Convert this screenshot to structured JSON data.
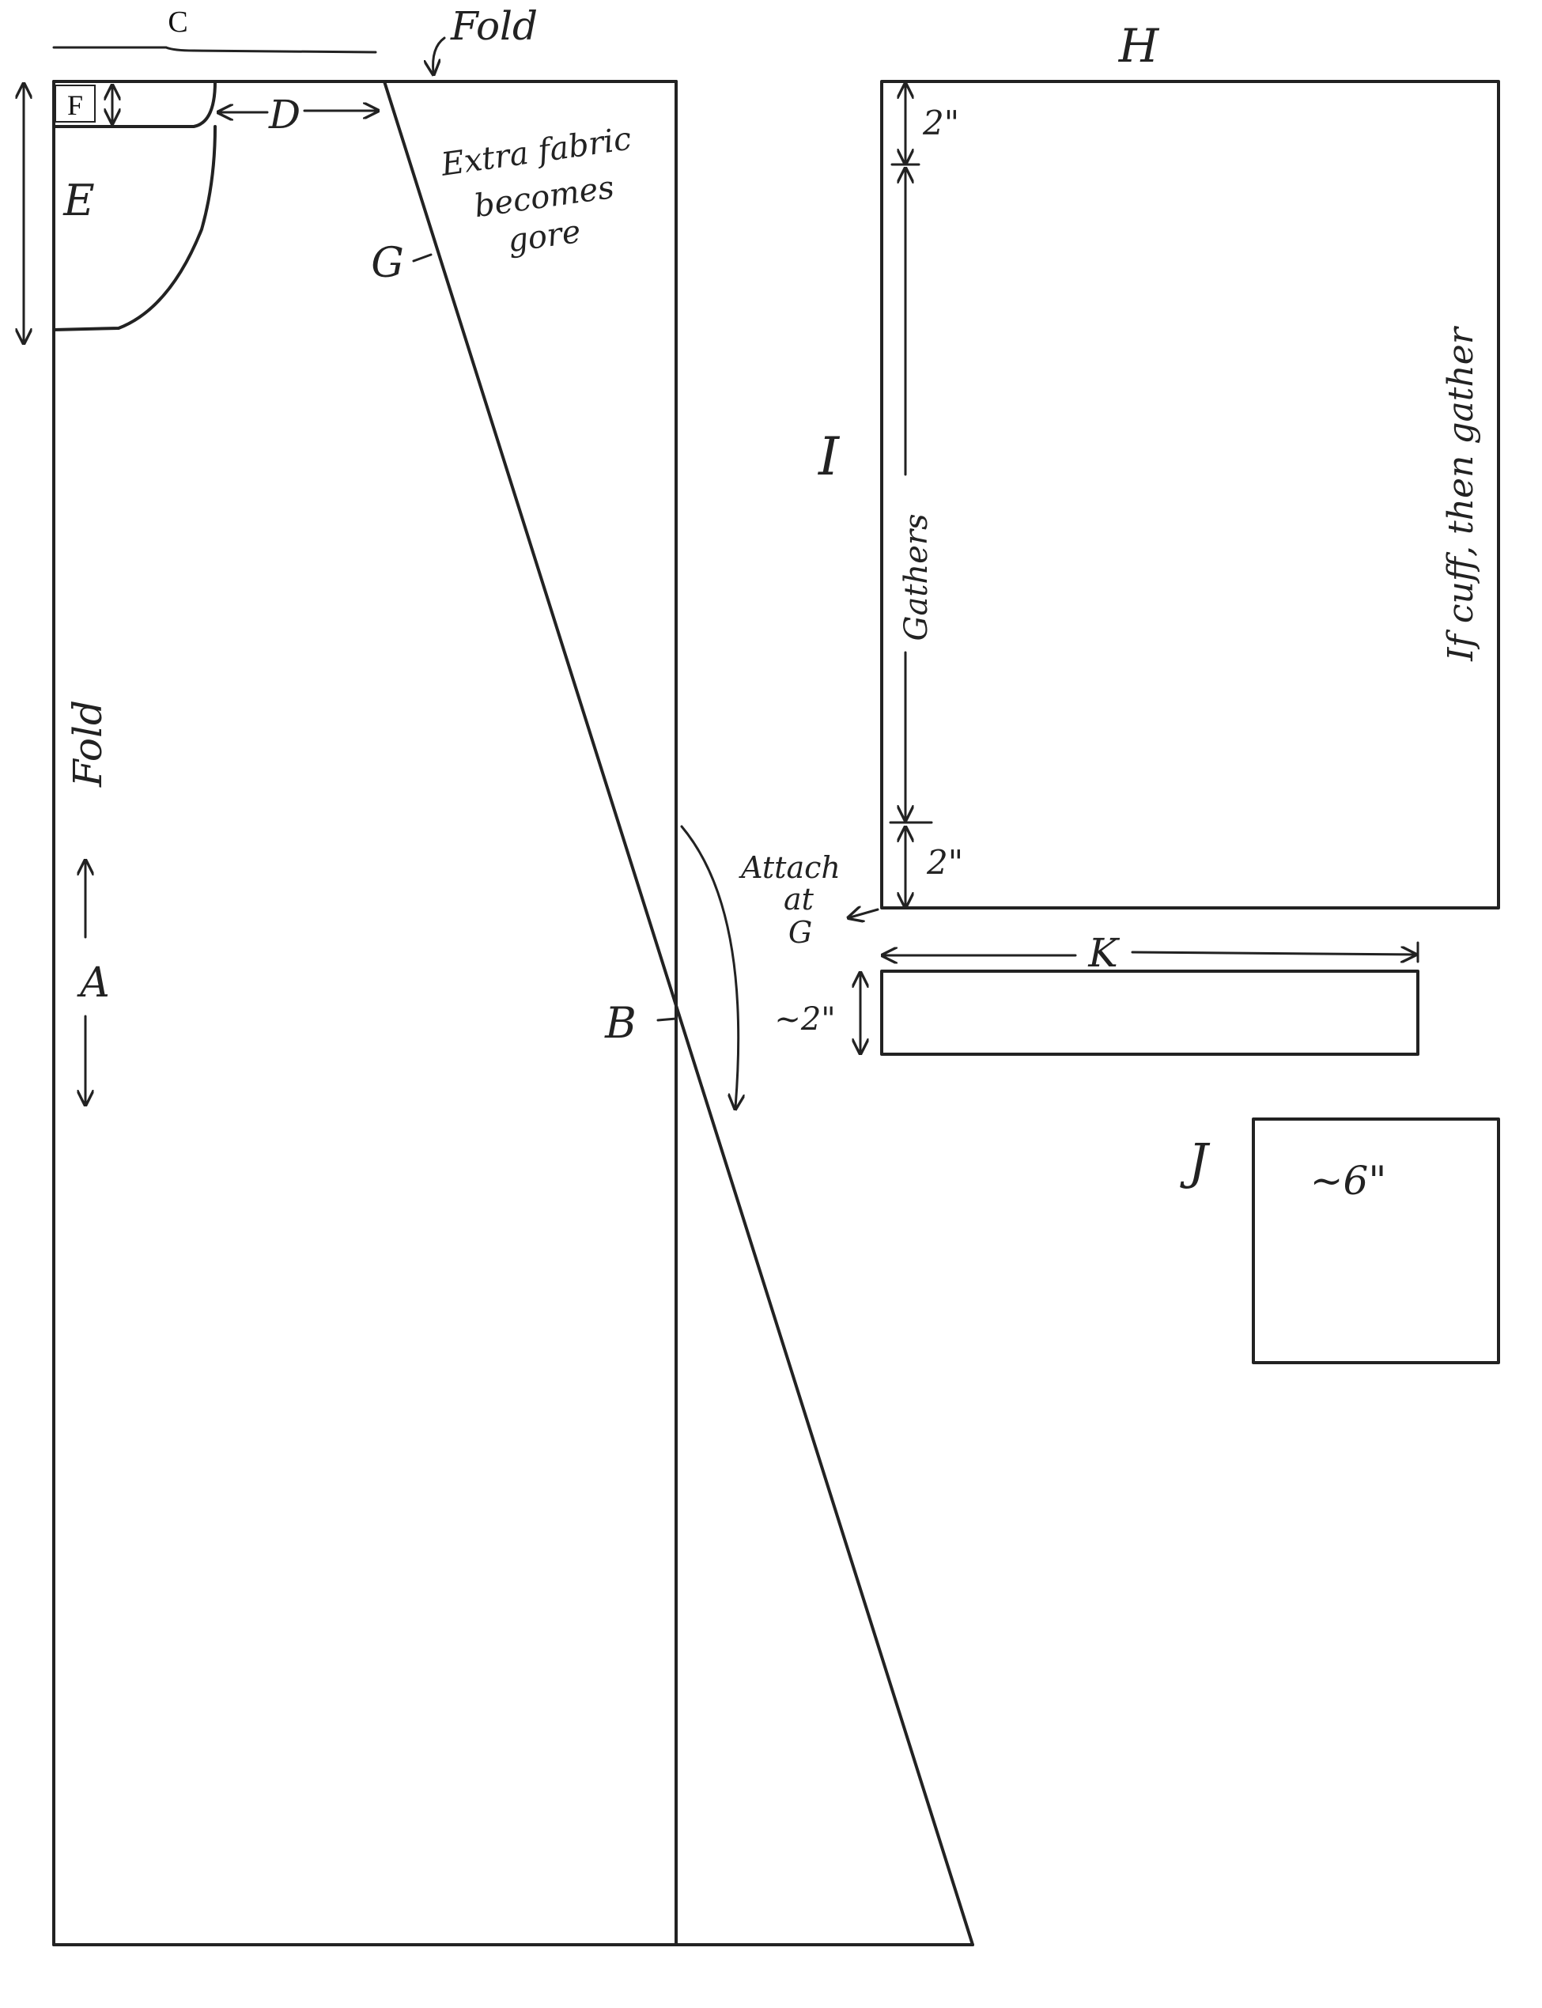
{
  "labels": {
    "c": "C",
    "fold_top": "Fold",
    "fold_side": "Fold",
    "f": "F",
    "d": "D",
    "e": "E",
    "g": "G",
    "a": "A",
    "b": "B",
    "extra_1": "Extra fabric",
    "extra_2": "becomes",
    "extra_3": "gore",
    "h": "H",
    "i": "I",
    "two_inch_top": "2\"",
    "two_inch_bottom": "2\"",
    "gathers": "Gathers",
    "cuff_gather": "If cuff, then gather",
    "attach_1": "Attach",
    "attach_2": "at",
    "attach_3": "G",
    "k": "K",
    "approx_2": "~2\"",
    "j": "J",
    "approx_6": "~6\""
  }
}
